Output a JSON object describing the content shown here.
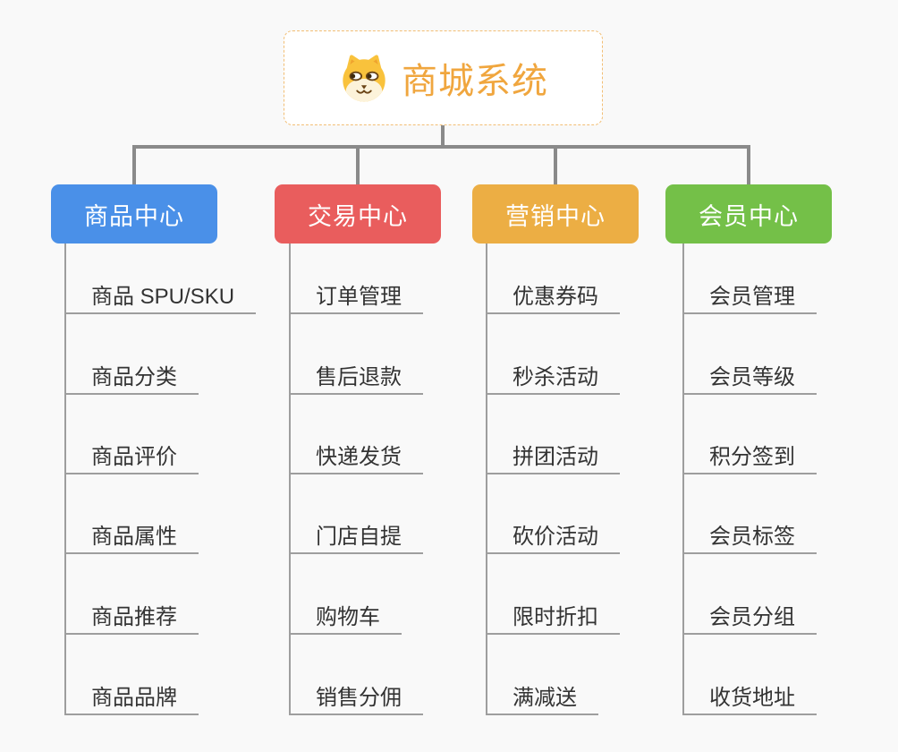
{
  "root": {
    "title": "商城系统",
    "icon": "dog-face-icon"
  },
  "branches": [
    {
      "label": "商品中心",
      "color": "#4A90E8",
      "items": [
        "商品 SPU/SKU",
        "商品分类",
        "商品评价",
        "商品属性",
        "商品推荐",
        "商品品牌"
      ]
    },
    {
      "label": "交易中心",
      "color": "#E95D5D",
      "items": [
        "订单管理",
        "售后退款",
        "快递发货",
        "门店自提",
        "购物车",
        "销售分佣"
      ]
    },
    {
      "label": "营销中心",
      "color": "#ECAE44",
      "items": [
        "优惠券码",
        "秒杀活动",
        "拼团活动",
        "砍价活动",
        "限时折扣",
        "满减送"
      ]
    },
    {
      "label": "会员中心",
      "color": "#74C048",
      "items": [
        "会员管理",
        "会员等级",
        "积分签到",
        "会员标签",
        "会员分组",
        "收货地址"
      ]
    }
  ],
  "colors": {
    "background": "#F9F9F9",
    "connector": "#8A8A8A",
    "branch_line": "#9E9E9E",
    "root_border": "#F2BE74",
    "root_background": "#FFFFFF",
    "title_text": "#F0A63E",
    "leaf_text": "#333333",
    "header_text": "#FFFFFF"
  }
}
